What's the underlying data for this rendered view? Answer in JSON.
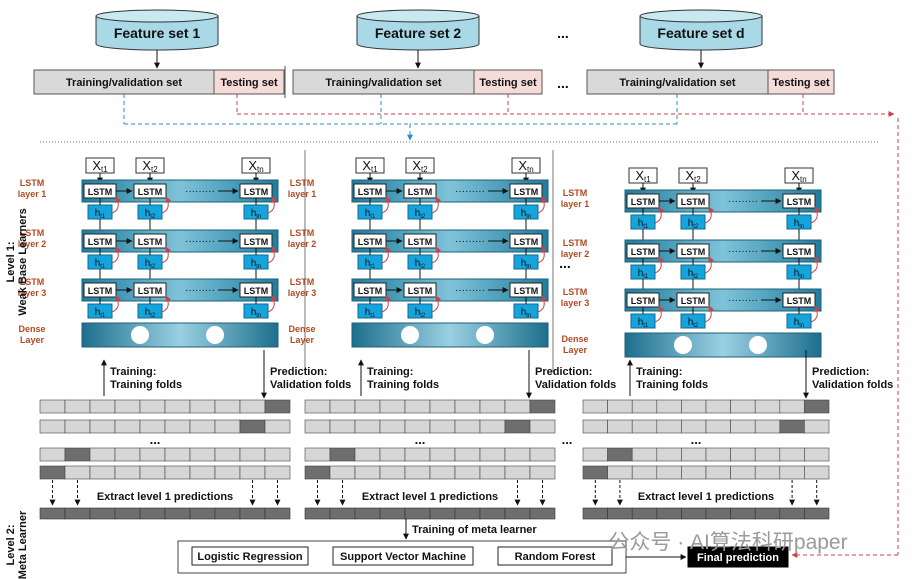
{
  "feature_sets": [
    {
      "label": "Feature set 1",
      "train_label": "Training/validation set",
      "test_label": "Testing set"
    },
    {
      "label": "Feature set 2",
      "train_label": "Training/validation set",
      "test_label": "Testing set"
    },
    {
      "label": "Feature set d",
      "train_label": "Training/validation set",
      "test_label": "Testing set"
    }
  ],
  "ellipsis": "...",
  "level1_label": "Level 1:",
  "level1_sublabel": "Weak Base Learners",
  "level2_label": "Level 2:",
  "level2_sublabel": "Meta Learner",
  "lstm": {
    "cell_label": "LSTM",
    "dots": "·········",
    "inputs": [
      "X",
      "X",
      "X"
    ],
    "input_subs": [
      "t1",
      "t2",
      "tn"
    ],
    "hidden": [
      "h",
      "h",
      "h"
    ],
    "hidden_subs": [
      "t1",
      "t2",
      "tn"
    ],
    "layers": [
      {
        "line1": "LSTM",
        "line2": "layer 1"
      },
      {
        "line1": "LSTM",
        "line2": "layer 2"
      },
      {
        "line1": "LSTM",
        "line2": "layer 3"
      }
    ],
    "dense": {
      "line1": "Dense",
      "line2": "Layer"
    }
  },
  "training_label": {
    "line1": "Training:",
    "line2": "Training folds"
  },
  "prediction_label": {
    "line1": "Prediction:",
    "line2": "Validation folds"
  },
  "extract_label": "Extract level 1 predictions",
  "meta_training_label": "Training of meta learner",
  "meta_models": [
    "Logistic Regression",
    "Support Vector Machine",
    "Random Forest"
  ],
  "final_prediction": "Final prediction",
  "watermark": "公众号 · AI算法科研paper",
  "colors": {
    "cylinder": "#a9d9e6",
    "lstm_band": "#2d8aa8",
    "hidden_box": "#16a4dd",
    "test_box": "#f6dcd8",
    "fold_highlight": "#6e6e6e",
    "fold_light": "#d6d6d6",
    "arrow_blue": "#2a8fc8",
    "arrow_red": "#c8434a"
  }
}
